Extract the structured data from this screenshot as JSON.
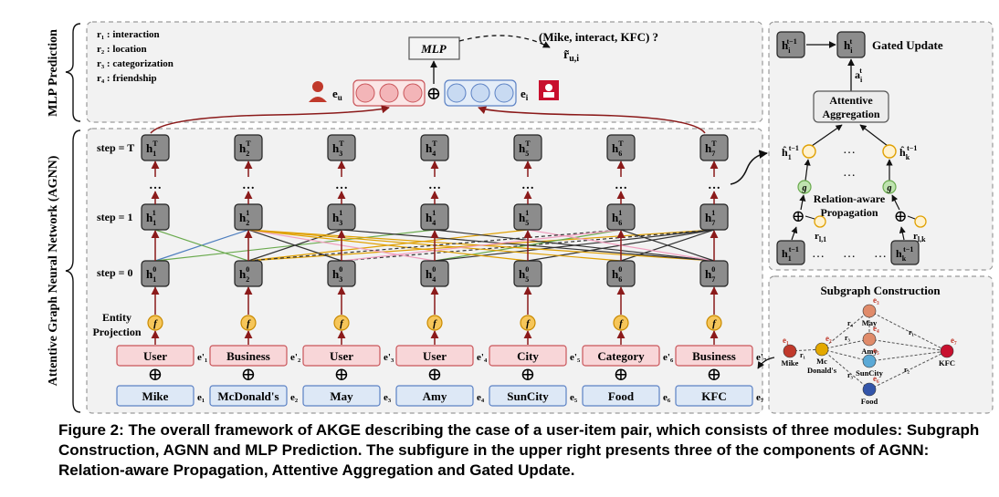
{
  "figure": {
    "caption": "Figure 2: The overall framework of AKGE describing the case of a user-item pair, which consists of three modules: Subgraph Construction, AGNN and MLP Prediction. The subfigure in the upper right presents three of the components of AGNN: Relation-aware Propagation, Attentive Aggregation and Gated Update."
  },
  "side_labels": {
    "mlp": "MLP Prediction",
    "agnn": "Attentive Graph Neural Network (AGNN)"
  },
  "relations": [
    "r₁ : interaction",
    "r₂ : location",
    "r₃ : categorization",
    "r₄ : friendship"
  ],
  "mlp": {
    "box_label": "MLP",
    "query": "(Mike, interact, KFC) ?",
    "output": "r̃",
    "output_sub": "u,i",
    "user_emb": "e",
    "user_emb_sub": "u",
    "item_emb": "e",
    "item_emb_sub": "i",
    "concat_symbol": "⊕"
  },
  "steps": [
    "step = T",
    "step = 1",
    "step = 0"
  ],
  "ellipsis": "…",
  "h_letter": "h",
  "h_sup": [
    "T",
    "1",
    "0"
  ],
  "h_sub": [
    "1",
    "2",
    "3",
    "4",
    "5",
    "6",
    "7"
  ],
  "entity_projection": [
    "Entity",
    "Projection"
  ],
  "f_symbol": "f",
  "type_labels": [
    "User",
    "Business",
    "User",
    "User",
    "City",
    "Category",
    "Business"
  ],
  "type_tags": [
    "e'₁",
    "e'₂",
    "e'₃",
    "e'₄",
    "e'₅",
    "e'₆",
    "e'₇"
  ],
  "entity_labels": [
    "Mike",
    "McDonald's",
    "May",
    "Amy",
    "SunCity",
    "Food",
    "KFC"
  ],
  "entity_tags": [
    "e₁",
    "e₂",
    "e₃",
    "e₄",
    "e₅",
    "e₆",
    "e₇"
  ],
  "gated": {
    "title": "Gated Update",
    "h_prev_sup": "t−1",
    "h_sub": "i",
    "h_sup": "t",
    "a_label": "a",
    "a_sub": "i",
    "a_sup": "t"
  },
  "attentive": [
    "Attentive",
    "Aggregation"
  ],
  "propagation": {
    "title": [
      "Relation-aware",
      "Propagation"
    ],
    "g": "g",
    "hat_h1": "ĥ",
    "hat_h1_sub": "1",
    "hat_hk_sub": "k",
    "hat_sup": "t−1",
    "r_l1": "r",
    "r_l1_sub": "l,1",
    "r_lk_sub": "l,k",
    "h1_sub": "1",
    "hk_sub": "k",
    "dots": "…"
  },
  "subgraph": {
    "title": "Subgraph Construction",
    "nodes": [
      "Mike",
      "Mc Donald's",
      "May",
      "Amy",
      "SunCity",
      "Food",
      "KFC"
    ],
    "node_tags": [
      "e₁",
      "e₂",
      "e₃",
      "e₄",
      "e₅",
      "e₆",
      "e₇"
    ],
    "rel_tags": [
      "r₁",
      "r₂",
      "r₃",
      "r₄"
    ]
  },
  "colors": {
    "arrow": "#8b1a1a",
    "green": "#6aaa4e",
    "blue": "#4f7fbf",
    "orange": "#e0a000",
    "black": "#333333",
    "pink": "#f1a0c0",
    "node_orange": "#f6c65a",
    "node_green": "#bfe3b0"
  }
}
